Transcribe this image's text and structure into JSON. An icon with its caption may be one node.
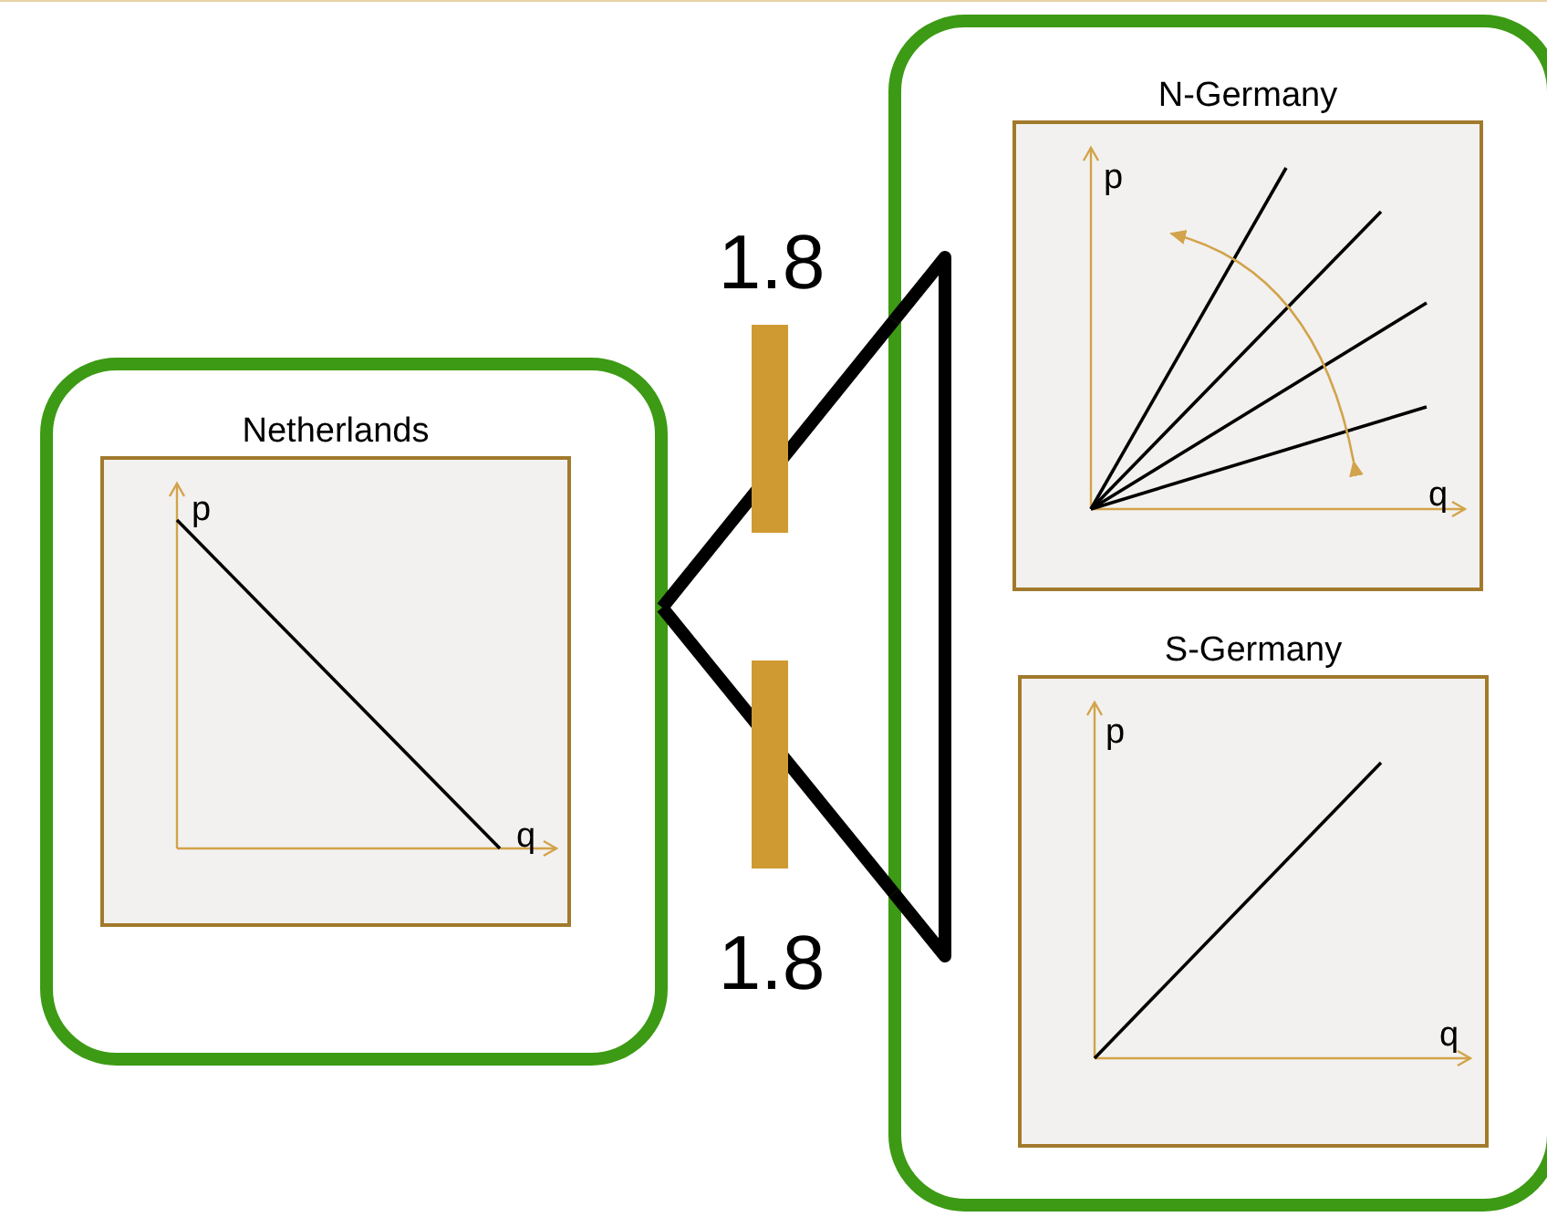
{
  "diagram": {
    "nodes": [
      {
        "text": [],
        "shape": "box"
      },
      {
        "text": [
          "Netherlands",
          "p",
          "q"
        ],
        "in": 0
      },
      {
        "text": [],
        "shape": "box"
      },
      {
        "text": [
          "N-Germany",
          "p",
          "q"
        ],
        "in": 2
      },
      {
        "text": [
          "S-Germany",
          "p",
          "q"
        ],
        "in": 2
      }
    ],
    "edges": [
      {
        "from": 0,
        "to": 2,
        "arrow": "none",
        "label": "1.8"
      },
      {
        "from": 0,
        "to": 2,
        "arrow": "none",
        "label": "1.8"
      }
    ]
  }
}
